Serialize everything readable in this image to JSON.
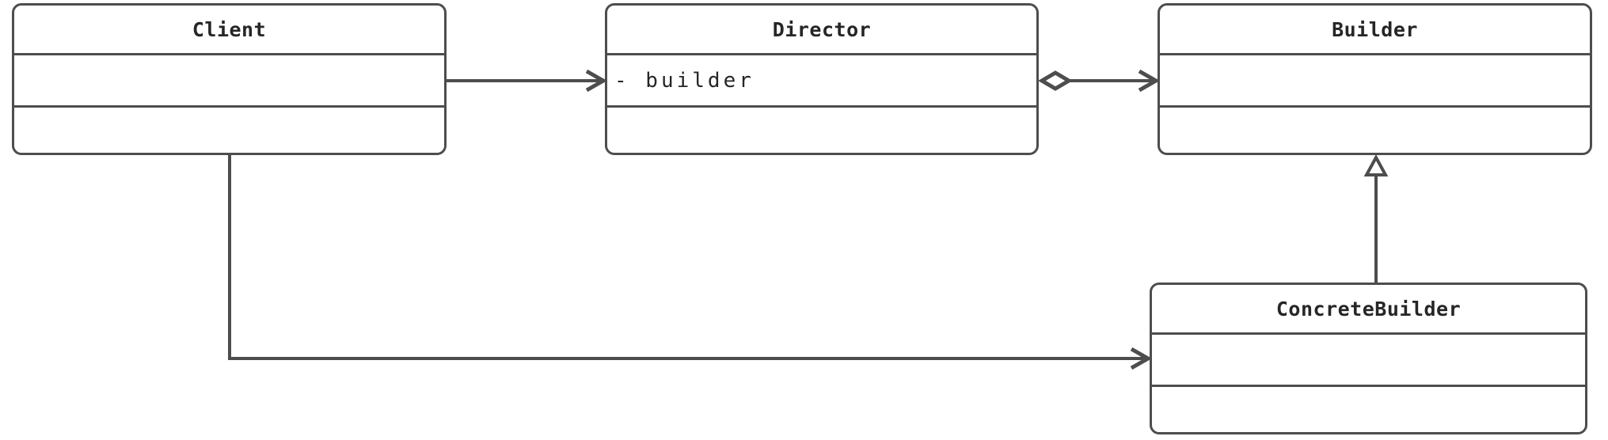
{
  "classes": {
    "client": {
      "name": "Client",
      "attributes": [],
      "methods": []
    },
    "director": {
      "name": "Director",
      "attributes": [
        "- builder"
      ],
      "methods": []
    },
    "builder": {
      "name": "Builder",
      "attributes": [],
      "methods": []
    },
    "concrete_builder": {
      "name": "ConcreteBuilder",
      "attributes": [],
      "methods": []
    }
  },
  "relations": [
    {
      "from": "Client",
      "to": "Director",
      "type": "association-arrow"
    },
    {
      "from": "Director",
      "to": "Builder",
      "type": "aggregation-diamond-arrow"
    },
    {
      "from": "ConcreteBuilder",
      "to": "Builder",
      "type": "inheritance-hollow-triangle"
    },
    {
      "from": "Client",
      "to": "ConcreteBuilder",
      "type": "association-arrow"
    }
  ],
  "colors": {
    "stroke": "#4d4d4d",
    "text": "#262626",
    "background": "#ffffff"
  }
}
